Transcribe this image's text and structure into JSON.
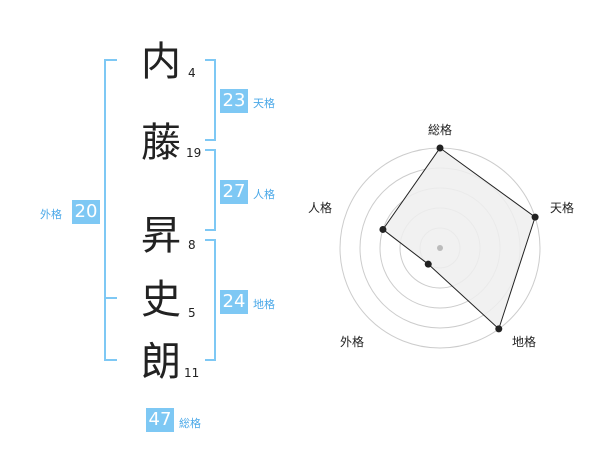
{
  "name_chars": [
    {
      "char": "内",
      "strokes": "4"
    },
    {
      "char": "藤",
      "strokes": "19"
    },
    {
      "char": "昇",
      "strokes": "8"
    },
    {
      "char": "史",
      "strokes": "5"
    },
    {
      "char": "朗",
      "strokes": "11"
    }
  ],
  "kaku": {
    "tenkaku": {
      "value": "23",
      "label": "天格"
    },
    "jinkaku": {
      "value": "27",
      "label": "人格"
    },
    "chikaku": {
      "value": "24",
      "label": "地格"
    },
    "gaikaku": {
      "value": "20",
      "label": "外格"
    },
    "soukaku": {
      "value": "47",
      "label": "総格"
    }
  },
  "colors": {
    "accent": "#7ec8f4",
    "bracket": "#7ec8f4",
    "radar_fill": "#eeeeee",
    "radar_line": "#222222",
    "grid": "#cccccc"
  },
  "chart_data": {
    "type": "radar",
    "axes": [
      "総格",
      "天格",
      "地格",
      "外格",
      "人格"
    ],
    "values": [
      5,
      5,
      5,
      1,
      3
    ],
    "max": 5
  }
}
